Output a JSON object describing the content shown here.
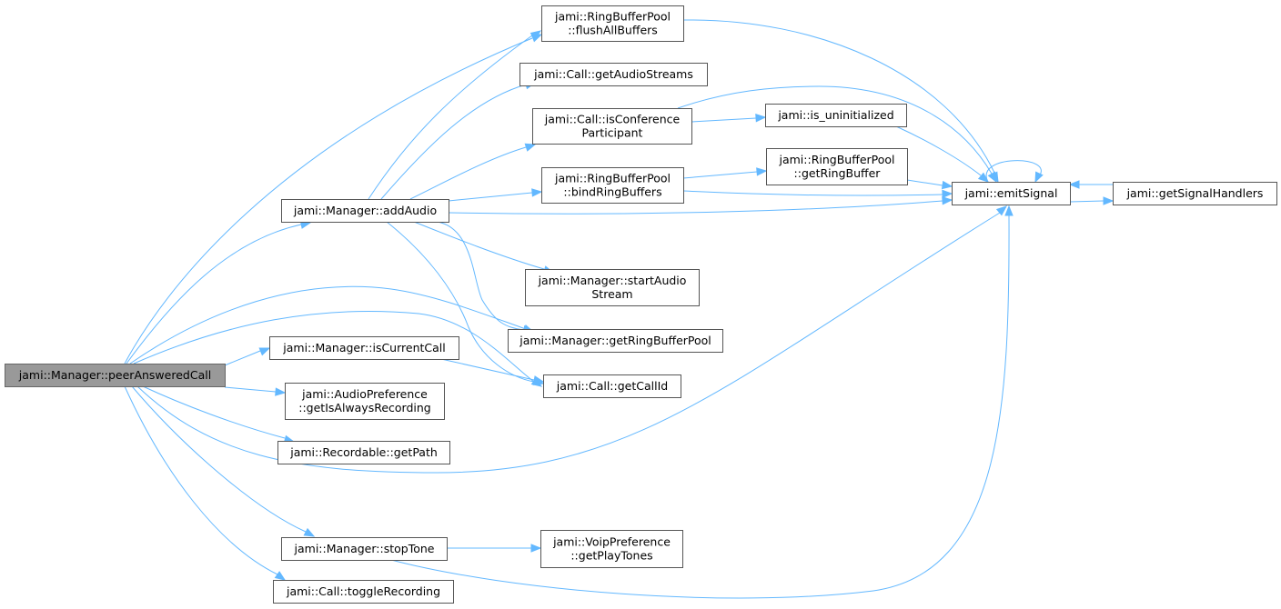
{
  "nodes": {
    "peerAnsweredCall": {
      "lines": [
        "jami::Manager::peerAnsweredCall"
      ],
      "root": true
    },
    "addAudio": {
      "lines": [
        "jami::Manager::addAudio"
      ]
    },
    "isCurrentCall": {
      "lines": [
        "jami::Manager::isCurrentCall"
      ]
    },
    "getIsAlwaysRecording": {
      "lines": [
        "jami::AudioPreference",
        "::getIsAlwaysRecording"
      ]
    },
    "getPath": {
      "lines": [
        "jami::Recordable::getPath"
      ]
    },
    "stopTone": {
      "lines": [
        "jami::Manager::stopTone"
      ]
    },
    "toggleRecording": {
      "lines": [
        "jami::Call::toggleRecording"
      ]
    },
    "flushAllBuffers": {
      "lines": [
        "jami::RingBufferPool",
        "::flushAllBuffers"
      ]
    },
    "getAudioStreams": {
      "lines": [
        "jami::Call::getAudioStreams"
      ]
    },
    "isConferenceParticipant": {
      "lines": [
        "jami::Call::isConference",
        "Participant"
      ]
    },
    "bindRingBuffers": {
      "lines": [
        "jami::RingBufferPool",
        "::bindRingBuffers"
      ]
    },
    "startAudioStream": {
      "lines": [
        "jami::Manager::startAudio",
        "Stream"
      ]
    },
    "getRingBufferPool": {
      "lines": [
        "jami::Manager::getRingBufferPool"
      ]
    },
    "getCallId": {
      "lines": [
        "jami::Call::getCallId"
      ]
    },
    "getPlayTones": {
      "lines": [
        "jami::VoipPreference",
        "::getPlayTones"
      ]
    },
    "is_uninitialized": {
      "lines": [
        "jami::is_uninitialized"
      ]
    },
    "getRingBuffer": {
      "lines": [
        "jami::RingBufferPool",
        "::getRingBuffer"
      ]
    },
    "emitSignal": {
      "lines": [
        "jami::emitSignal"
      ]
    },
    "getSignalHandlers": {
      "lines": [
        "jami::getSignalHandlers"
      ]
    }
  },
  "edges": [
    [
      "peerAnsweredCall",
      "flushAllBuffers"
    ],
    [
      "peerAnsweredCall",
      "addAudio"
    ],
    [
      "peerAnsweredCall",
      "getRingBufferPool"
    ],
    [
      "peerAnsweredCall",
      "getCallId"
    ],
    [
      "peerAnsweredCall",
      "isCurrentCall"
    ],
    [
      "peerAnsweredCall",
      "getIsAlwaysRecording"
    ],
    [
      "peerAnsweredCall",
      "getPath"
    ],
    [
      "peerAnsweredCall",
      "emitSignal"
    ],
    [
      "peerAnsweredCall",
      "stopTone"
    ],
    [
      "peerAnsweredCall",
      "toggleRecording"
    ],
    [
      "addAudio",
      "flushAllBuffers"
    ],
    [
      "addAudio",
      "getAudioStreams"
    ],
    [
      "addAudio",
      "isConferenceParticipant"
    ],
    [
      "addAudio",
      "bindRingBuffers"
    ],
    [
      "addAudio",
      "emitSignal"
    ],
    [
      "addAudio",
      "startAudioStream"
    ],
    [
      "addAudio",
      "getRingBufferPool"
    ],
    [
      "addAudio",
      "getCallId"
    ],
    [
      "isCurrentCall",
      "getCallId"
    ],
    [
      "stopTone",
      "getPlayTones"
    ],
    [
      "stopTone",
      "emitSignal"
    ],
    [
      "flushAllBuffers",
      "emitSignal"
    ],
    [
      "isConferenceParticipant",
      "is_uninitialized"
    ],
    [
      "isConferenceParticipant",
      "emitSignal"
    ],
    [
      "bindRingBuffers",
      "getRingBuffer"
    ],
    [
      "bindRingBuffers",
      "emitSignal"
    ],
    [
      "is_uninitialized",
      "emitSignal"
    ],
    [
      "getRingBuffer",
      "emitSignal"
    ],
    [
      "emitSignal",
      "emitSignal"
    ],
    [
      "emitSignal",
      "getSignalHandlers"
    ],
    [
      "getSignalHandlers",
      "emitSignal"
    ]
  ],
  "colors": {
    "edge": "#63b8ff",
    "node_border": "#555555",
    "root_fill": "#999999"
  }
}
